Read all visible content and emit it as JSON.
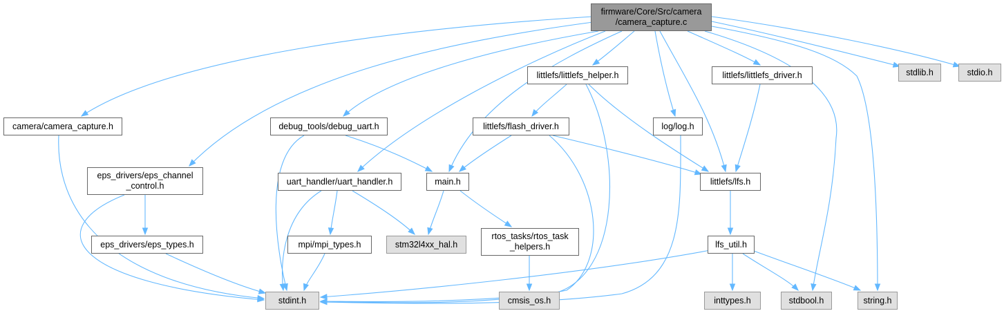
{
  "graph": {
    "nodes": [
      {
        "id": "root",
        "label": "firmware/Core/Src/camera\n/camera_capture.c",
        "kind": "root"
      },
      {
        "id": "cam",
        "label": "camera/camera_capture.h",
        "kind": "file"
      },
      {
        "id": "eps",
        "label": "eps_drivers/eps_channel\n_control.h",
        "kind": "file"
      },
      {
        "id": "epst",
        "label": "eps_drivers/eps_types.h",
        "kind": "file"
      },
      {
        "id": "dbg",
        "label": "debug_tools/debug_uart.h",
        "kind": "file"
      },
      {
        "id": "uart",
        "label": "uart_handler/uart_handler.h",
        "kind": "file"
      },
      {
        "id": "mpi",
        "label": "mpi/mpi_types.h",
        "kind": "file"
      },
      {
        "id": "stdint",
        "label": "stdint.h",
        "kind": "system"
      },
      {
        "id": "main",
        "label": "main.h",
        "kind": "file"
      },
      {
        "id": "hal",
        "label": "stm32l4xx_hal.h",
        "kind": "system"
      },
      {
        "id": "lfsh",
        "label": "littlefs/littlefs_helper.h",
        "kind": "file"
      },
      {
        "id": "flash",
        "label": "littlefs/flash_driver.h",
        "kind": "file"
      },
      {
        "id": "rtos",
        "label": "rtos_tasks/rtos_task\n_helpers.h",
        "kind": "file"
      },
      {
        "id": "cmsis",
        "label": "cmsis_os.h",
        "kind": "system"
      },
      {
        "id": "log",
        "label": "log/log.h",
        "kind": "file"
      },
      {
        "id": "lfsd",
        "label": "littlefs/littlefs_driver.h",
        "kind": "file"
      },
      {
        "id": "lfs",
        "label": "littlefs/lfs.h",
        "kind": "file"
      },
      {
        "id": "lfsu",
        "label": "lfs_util.h",
        "kind": "file"
      },
      {
        "id": "inttypes",
        "label": "inttypes.h",
        "kind": "system"
      },
      {
        "id": "stdbool",
        "label": "stdbool.h",
        "kind": "system"
      },
      {
        "id": "string",
        "label": "string.h",
        "kind": "system"
      },
      {
        "id": "stdlib",
        "label": "stdlib.h",
        "kind": "system"
      },
      {
        "id": "stdio",
        "label": "stdio.h",
        "kind": "system"
      }
    ],
    "edges": [
      [
        "root",
        "cam"
      ],
      [
        "root",
        "eps"
      ],
      [
        "root",
        "dbg"
      ],
      [
        "root",
        "uart"
      ],
      [
        "root",
        "main"
      ],
      [
        "root",
        "lfsh"
      ],
      [
        "root",
        "log"
      ],
      [
        "root",
        "lfsd"
      ],
      [
        "root",
        "lfs"
      ],
      [
        "root",
        "stdbool"
      ],
      [
        "root",
        "string"
      ],
      [
        "root",
        "stdlib"
      ],
      [
        "root",
        "stdio"
      ],
      [
        "cam",
        "stdint"
      ],
      [
        "eps",
        "epst"
      ],
      [
        "eps",
        "stdint"
      ],
      [
        "epst",
        "stdint"
      ],
      [
        "dbg",
        "stdint"
      ],
      [
        "dbg",
        "main"
      ],
      [
        "uart",
        "stdint"
      ],
      [
        "uart",
        "mpi"
      ],
      [
        "uart",
        "hal"
      ],
      [
        "mpi",
        "stdint"
      ],
      [
        "main",
        "hal"
      ],
      [
        "main",
        "rtos"
      ],
      [
        "rtos",
        "cmsis"
      ],
      [
        "lfsh",
        "flash"
      ],
      [
        "lfsh",
        "lfs"
      ],
      [
        "lfsh",
        "stdint"
      ],
      [
        "flash",
        "main"
      ],
      [
        "flash",
        "lfs"
      ],
      [
        "flash",
        "stdint"
      ],
      [
        "log",
        "stdint"
      ],
      [
        "lfsd",
        "lfs"
      ],
      [
        "lfs",
        "lfsu"
      ],
      [
        "lfsu",
        "stdint"
      ],
      [
        "lfsu",
        "inttypes"
      ],
      [
        "lfsu",
        "stdbool"
      ],
      [
        "lfsu",
        "string"
      ]
    ]
  }
}
